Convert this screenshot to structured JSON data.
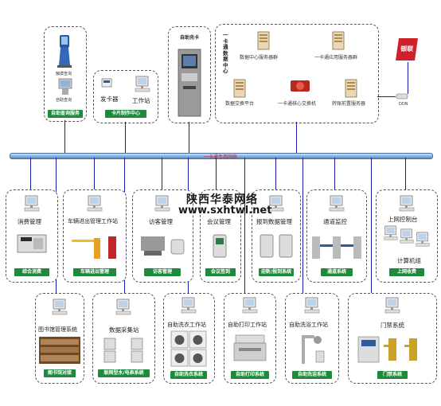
{
  "top": {
    "query": {
      "device1": "触摸查询",
      "device2": "自助查询",
      "tag": "自助查询服务"
    },
    "card": {
      "reader": "发卡器",
      "workstation": "工作站",
      "tag": "卡片制作中心"
    },
    "selfcard": {
      "title": "自助充卡"
    },
    "datacenter": {
      "vertical_title": "一卡通数据中心",
      "server1": "数据中心服务器群",
      "server2": "一卡通应用服务器群",
      "exchange": "数据交换平台",
      "switch": "一卡通核心交换机",
      "transfer": "转账前置服务器",
      "ddn": "DDN"
    },
    "unionpay": "银联"
  },
  "bus_label": "一卡通专用网络",
  "watermark": {
    "line1": "陕西华泰网络",
    "line2": "www.sxhtwl.net"
  },
  "row1": [
    {
      "title": "消费管理",
      "tag": "综合消费"
    },
    {
      "title": "车辆进出管理工作站",
      "tag": "车辆进出管理"
    },
    {
      "title": "访客管理",
      "tag": "访客管理"
    },
    {
      "title": "会议管理",
      "tag": "会议签到"
    },
    {
      "title": "报到数据管理",
      "tag": "迎新/报到系统"
    },
    {
      "title": "通道监控",
      "tag": "通道系统"
    },
    {
      "title": "上网控制台",
      "subtitle": "计算机组",
      "tag": "上网收费"
    }
  ],
  "row2": [
    {
      "title": "图书馆管理系统",
      "tag": "图书馆对接"
    },
    {
      "title": "数据采集站",
      "tag": "联网型水/电表系统"
    },
    {
      "title": "自助洗衣工作站",
      "tag": "自助洗衣系统"
    },
    {
      "title": "自助打印工作站",
      "tag": "自助打印系统"
    },
    {
      "title": "自助洗浴工作站",
      "tag": "自助洗浴系统"
    },
    {
      "title": "门禁系统",
      "tag": "门禁系统"
    }
  ],
  "colors": {
    "tag_green": "#1f8a3b",
    "line_blue": "#1a1aa8",
    "unionpay_red": "#d0202a"
  }
}
